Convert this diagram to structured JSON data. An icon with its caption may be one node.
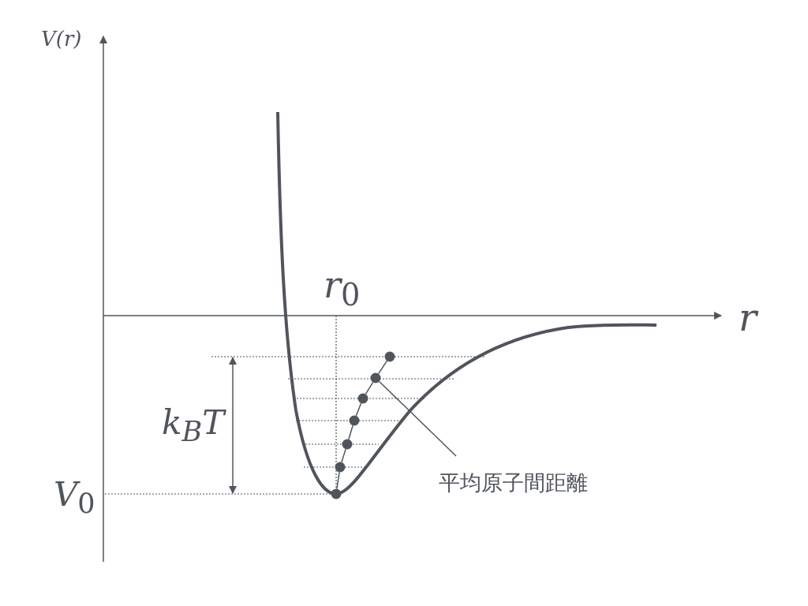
{
  "diagram": {
    "nodes": [
      {
        "text": [
          "平均原子間距離"
        ]
      },
      {
        "text": [],
        "shape": "circle"
      },
      {
        "text": [],
        "shape": "circle"
      },
      {
        "text": [],
        "shape": "circle"
      },
      {
        "text": [],
        "shape": "circle"
      },
      {
        "text": [],
        "shape": "circle"
      },
      {
        "text": [],
        "shape": "circle"
      },
      {
        "text": [],
        "shape": "circle"
      }
    ],
    "edges": [
      {
        "from": 0,
        "to": 2,
        "arrow": "none"
      },
      {
        "from": 7,
        "to": 6,
        "arrow": "none"
      },
      {
        "from": 6,
        "to": 5,
        "arrow": "none"
      },
      {
        "from": 5,
        "to": 4,
        "arrow": "none"
      },
      {
        "from": 4,
        "to": 3,
        "arrow": "none"
      },
      {
        "from": 3,
        "to": 2,
        "arrow": "none"
      },
      {
        "from": 2,
        "to": 1,
        "arrow": "none"
      }
    ],
    "labels": [
      "V(r)",
      "r$_{0}$",
      "r",
      "k$_{B}$T",
      "V$_{0}$"
    ]
  }
}
